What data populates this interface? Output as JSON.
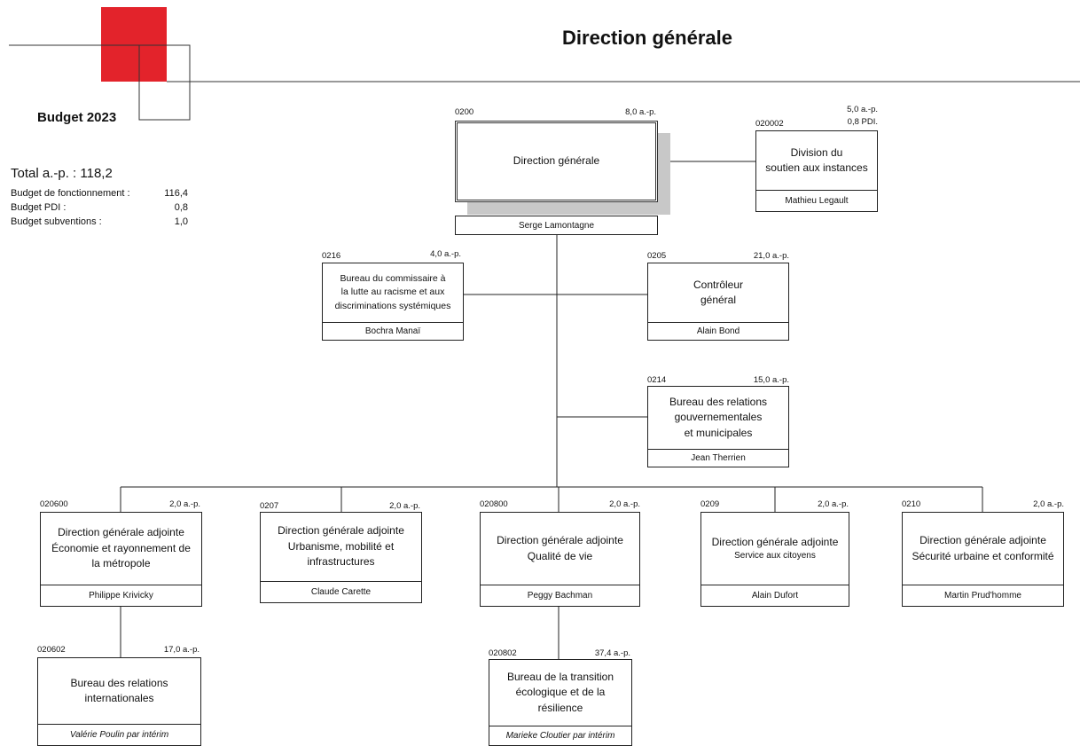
{
  "page": {
    "title": "Direction générale",
    "accent_color": "#e3232b"
  },
  "budget": {
    "title": "Budget 2023",
    "total": "Total a.-p. : 118,2",
    "lines": [
      {
        "label": "Budget de fonctionnement :",
        "value": "116,4"
      },
      {
        "label": "Budget PDI :",
        "value": "0,8"
      },
      {
        "label": "Budget subventions :",
        "value": "1,0"
      }
    ]
  },
  "units": {
    "dg": {
      "code": "0200",
      "ap": "8,0 a.-p.",
      "name": "Direction générale",
      "head": "Serge Lamontagne"
    },
    "dsi": {
      "code": "020002",
      "ap": "5,0 a.-p.",
      "pdi": "0,8  PDI.",
      "name": "Division du\nsoutien aux instances",
      "head": "Mathieu Legault"
    },
    "bcr": {
      "code": "0216",
      "ap": "4,0 a.-p.",
      "name": "Bureau du commissaire à\nla lutte au racisme et aux\ndiscriminations systémiques",
      "head": "Bochra Manaï"
    },
    "cg": {
      "code": "0205",
      "ap": "21,0 a.-p.",
      "name": "Contrôleur\ngénéral",
      "head": "Alain Bond"
    },
    "brg": {
      "code": "0214",
      "ap": "15,0 a.-p.",
      "name": "Bureau des relations\ngouvernementales\net municipales",
      "head": "Jean Therrien"
    },
    "erm": {
      "code": "020600",
      "ap": "2,0 a.-p.",
      "name": "Direction générale adjointe\nÉconomie et rayonnement de\nla métropole",
      "head": "Philippe Krivicky"
    },
    "umi": {
      "code": "0207",
      "ap": "2,0 a.-p.",
      "name": "Direction générale adjointe\nUrbanisme, mobilité et\ninfrastructures",
      "head": "Claude Carette"
    },
    "qdv": {
      "code": "020800",
      "ap": "2,0 a.-p.",
      "name": "Direction générale adjointe\nQualité de vie",
      "head": "Peggy Bachman"
    },
    "sac": {
      "code": "0209",
      "ap": "2,0 a.-p.",
      "name": "Direction générale adjointe",
      "name2": "Service aux citoyens",
      "head": "Alain Dufort"
    },
    "suc": {
      "code": "0210",
      "ap": "2,0 a.-p.",
      "name": "Direction générale adjointe\nSécurité urbaine et conformité",
      "head": "Martin Prud'homme"
    },
    "bri": {
      "code": "020602",
      "ap": "17,0 a.-p.",
      "name": "Bureau des relations\ninternationales",
      "head": "Valérie Poulin par intérim"
    },
    "bte": {
      "code": "020802",
      "ap": "37,4 a.-p.",
      "name": "Bureau de la transition\nécologique et de la\nrésilience",
      "head": "Marieke Cloutier par intérim"
    }
  }
}
